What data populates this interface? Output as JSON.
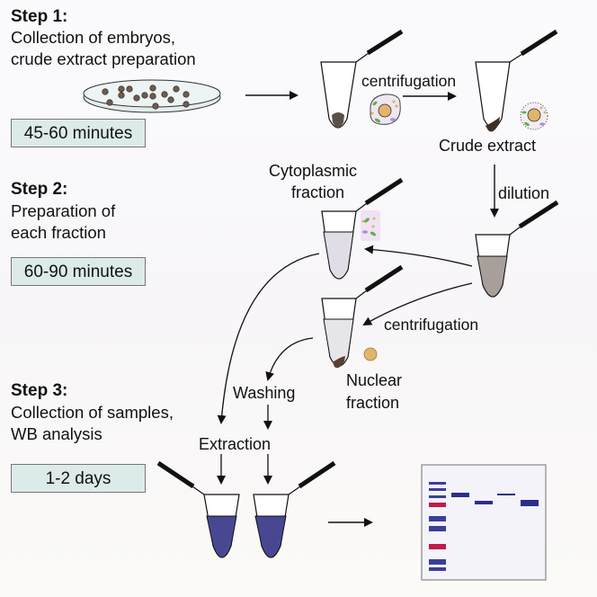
{
  "steps": [
    {
      "title": "Step 1:",
      "description_lines": [
        "Collection of embryos,",
        "crude extract preparation"
      ],
      "duration": "45-60 minutes"
    },
    {
      "title": "Step 2:",
      "description_lines": [
        "Preparation of",
        "each fraction"
      ],
      "duration": "60-90 minutes"
    },
    {
      "title": "Step 3:",
      "description_lines": [
        "Collection of samples,",
        "WB analysis"
      ],
      "duration": "1-2 days"
    }
  ],
  "labels": {
    "centrifugation_1": "centrifugation",
    "crude_extract": "Crude extract",
    "dilution": "dilution",
    "cytoplasmic_fraction_line1": "Cytoplasmic",
    "cytoplasmic_fraction_line2": "fraction",
    "centrifugation_2": "centrifugation",
    "nuclear_fraction_line1": "Nuclear",
    "nuclear_fraction_line2": "fraction",
    "washing": "Washing",
    "extraction": "Extraction"
  },
  "colors": {
    "time_box_fill": "#ddeaea",
    "diluted_extract": "#a89f9b",
    "cytoplasm_liquid": "#e0dde6",
    "nuclear_liquid": "#e6e6ea",
    "sample_buffer": "#484892",
    "blot_band_blue": "#2a2f8a",
    "blot_band_red": "#c21a4a",
    "nucleus": "#e2b56c",
    "cell_fill": "#efe6f2"
  },
  "western_blot": {
    "ladder_bands": [
      "blue",
      "blue",
      "blue",
      "red",
      "blue",
      "blue",
      "red",
      "blue",
      "blue"
    ],
    "sample_lanes": 4
  }
}
